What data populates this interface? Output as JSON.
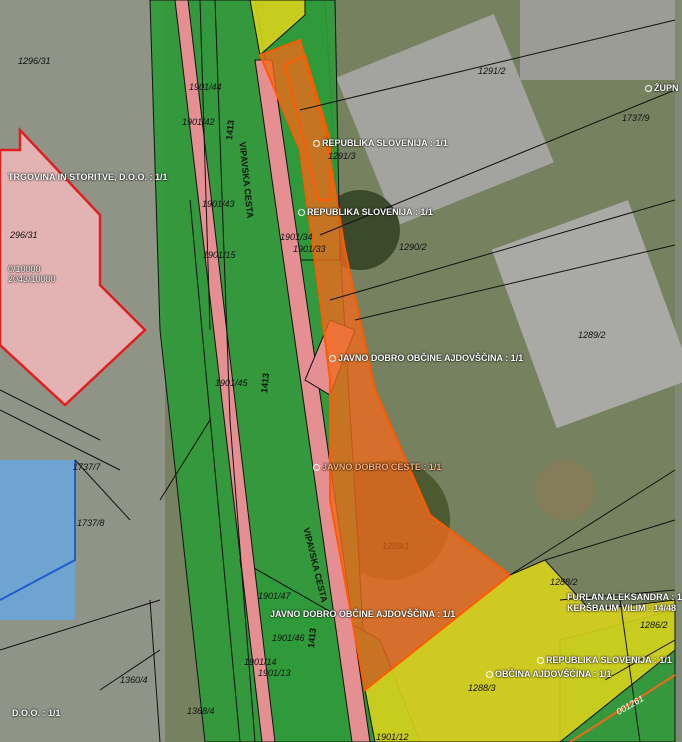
{
  "map": {
    "parcels": [
      {
        "id": "p1296_31a",
        "label": "1296/31"
      },
      {
        "id": "p1296_31b",
        "label": "296/31"
      },
      {
        "id": "p1901_44",
        "label": "1901/44"
      },
      {
        "id": "p1901_42",
        "label": "1901/42"
      },
      {
        "id": "p1901_43",
        "label": "1901/43"
      },
      {
        "id": "p1901_15",
        "label": "1901/15"
      },
      {
        "id": "p1901_45",
        "label": "1901/45"
      },
      {
        "id": "p1901_34",
        "label": "1901/34"
      },
      {
        "id": "p1901_33",
        "label": "1901/33"
      },
      {
        "id": "p1291_2",
        "label": "1291/2"
      },
      {
        "id": "p1291_3",
        "label": "1291/3"
      },
      {
        "id": "p1290_2",
        "label": "1290/2"
      },
      {
        "id": "p1289_2",
        "label": "1289/2"
      },
      {
        "id": "p1289_1",
        "label": "1289/1"
      },
      {
        "id": "p1288_2",
        "label": "1288/2"
      },
      {
        "id": "p1288_3",
        "label": "1288/3"
      },
      {
        "id": "p1286_2",
        "label": "1286/2"
      },
      {
        "id": "p1737_9a",
        "label": "1737/9"
      },
      {
        "id": "p1737_7",
        "label": "1737/7"
      },
      {
        "id": "p1737_8",
        "label": "1737/8"
      },
      {
        "id": "p1360_4",
        "label": "1360/4"
      },
      {
        "id": "p1368_4",
        "label": "1368/4"
      },
      {
        "id": "p1901_47",
        "label": "1901/47"
      },
      {
        "id": "p1901_46",
        "label": "1901/46"
      },
      {
        "id": "p1901_14",
        "label": "1901/14"
      },
      {
        "id": "p1901_13",
        "label": "1901/13"
      },
      {
        "id": "p1901_12",
        "label": "1901/12"
      },
      {
        "id": "p1413a",
        "label": "1413"
      },
      {
        "id": "p1413b",
        "label": "1413"
      },
      {
        "id": "p1413c",
        "label": "1413"
      },
      {
        "id": "p001261",
        "label": "001261"
      }
    ],
    "owners": [
      {
        "id": "o1",
        "text": "REPUBLIKA SLOVENIJA : 1/1"
      },
      {
        "id": "o2",
        "text": "REPUBLIKA SLOVENIJA : 1/1"
      },
      {
        "id": "o3",
        "text": "JAVNO DOBRO OBČINE AJDOVŠČINA : 1/1"
      },
      {
        "id": "o4",
        "text": "JAVNO DOBRO CESTE : 1/1"
      },
      {
        "id": "o5",
        "text": "JAVNO DOBRO OBČINE AJDOVŠČINA : 1/1"
      },
      {
        "id": "o6",
        "text": "REPUBLIKA SLOVENIJA : 1/1"
      },
      {
        "id": "o7",
        "text": "OBČINA AJDOVŠČINA : 1/1"
      },
      {
        "id": "o8",
        "text": "FURLAN ALEKSANDRA : 1"
      },
      {
        "id": "o9",
        "text": "KERŠBAUM VILIM : 14/48"
      },
      {
        "id": "o10",
        "text": "TRGOVINA IN STORITVE, D.O.O. : 1/1"
      },
      {
        "id": "o11",
        "text": "D.O.O. : 1/1"
      },
      {
        "id": "o12",
        "text": "ŽUPN"
      }
    ],
    "share_lines": [
      "0/10000",
      "2043/10000"
    ],
    "streets": [
      {
        "id": "s1",
        "text": "VIPAVSKA CESTA"
      },
      {
        "id": "s2",
        "text": "VIPAVSKA CESTA"
      }
    ],
    "colors": {
      "road_green": "#2f9a3a",
      "public_pink": "#e58f93",
      "selected_orange": "#f06a1c",
      "yellow": "#d8d21c",
      "building_red": "#e02020",
      "blue_outline": "#1e5fd0",
      "line": "#111111"
    }
  }
}
